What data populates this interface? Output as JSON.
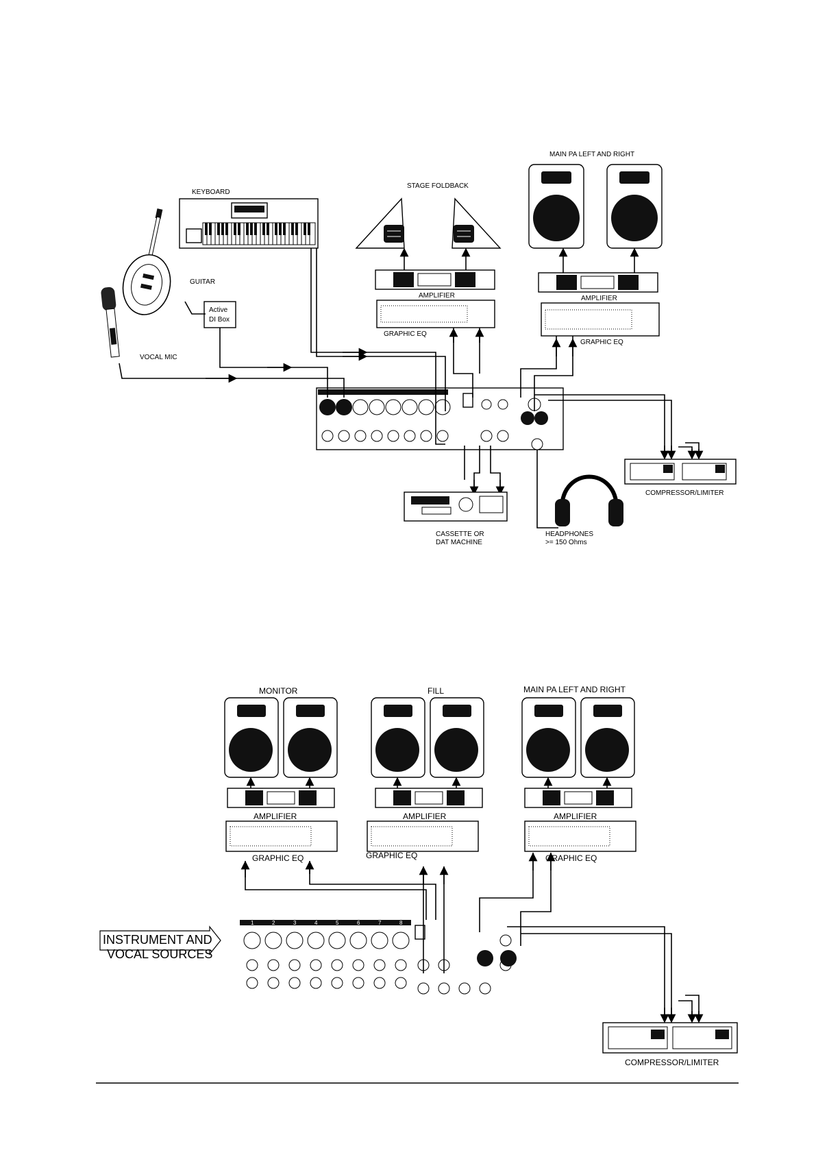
{
  "diagram1": {
    "keyboard": "KEYBOARD",
    "guitar": "GUITAR",
    "vocal_mic": "VOCAL MIC",
    "di_box_line1": "Active",
    "di_box_line2": "DI Box",
    "stage_foldback": "STAGE FOLDBACK",
    "main_pa": "MAIN PA LEFT AND RIGHT",
    "amplifier_left": "AMPLIFIER",
    "amplifier_right": "AMPLIFIER",
    "graphic_eq_left": "GRAPHIC EQ",
    "graphic_eq_right": "GRAPHIC EQ",
    "compressor": "COMPRESSOR/LIMITER",
    "cassette_line1": "CASSETTE OR",
    "cassette_line2": "DAT MACHINE",
    "headphones_line1": "HEADPHONES",
    "headphones_line2": ">= 150 Ohms"
  },
  "diagram2": {
    "monitor": "MONITOR",
    "fill": "FILL",
    "main_pa": "MAIN PA LEFT AND RIGHT",
    "amplifier_1": "AMPLIFIER",
    "amplifier_2": "AMPLIFIER",
    "amplifier_3": "AMPLIFIER",
    "graphic_eq_1": "GRAPHIC EQ",
    "graphic_eq_2": "GRAPHIC EQ",
    "graphic_eq_3": "GRAPHIC EQ",
    "sources_line1": "INSTRUMENT AND",
    "sources_line2": "VOCAL SOURCES",
    "compressor": "COMPRESSOR/LIMITER",
    "channel_numbers": [
      "1",
      "2",
      "3",
      "4",
      "5",
      "6",
      "7",
      "8"
    ]
  }
}
